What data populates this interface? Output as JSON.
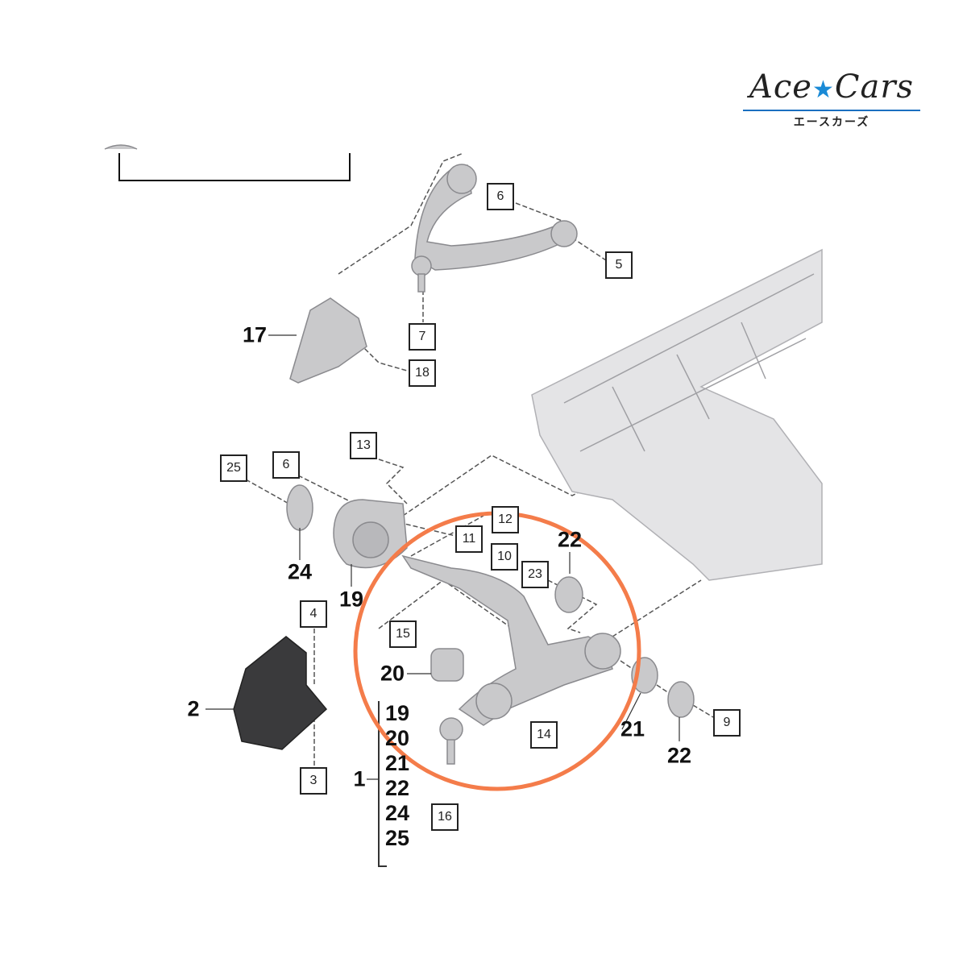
{
  "logo": {
    "name_left": "Ace",
    "name_right": "Cars",
    "kana": "エースカーズ",
    "accent_color": "#1a8ad6"
  },
  "highlight_color": "#f47c4a",
  "callouts_boxed": [
    "6",
    "5",
    "7",
    "18",
    "13",
    "6",
    "25",
    "12",
    "11",
    "10",
    "23",
    "4",
    "15",
    "14",
    "9",
    "3",
    "16"
  ],
  "callouts_bold": [
    "17",
    "24",
    "19",
    "22",
    "20",
    "2",
    "21",
    "22",
    "1"
  ],
  "kit_list": [
    "19",
    "20",
    "21",
    "22",
    "24",
    "25"
  ]
}
